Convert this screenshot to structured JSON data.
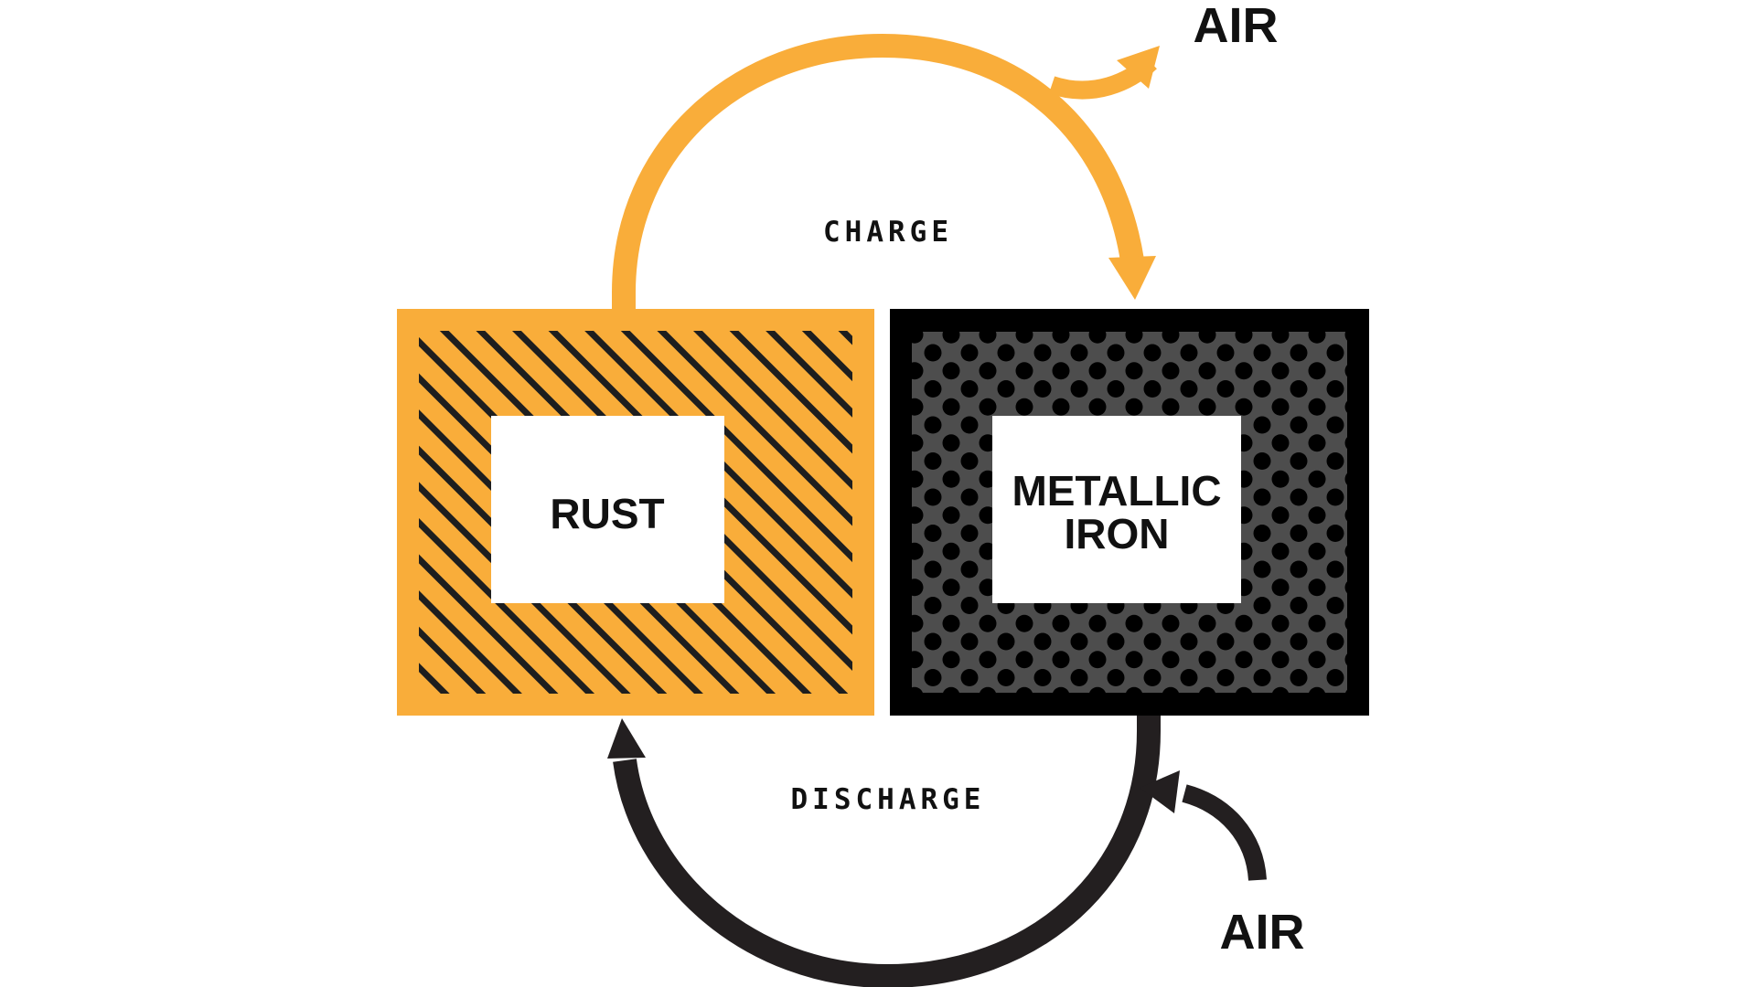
{
  "colors": {
    "rust": "#F9AD3A",
    "iron_border": "#000000",
    "iron_fill": "#4D4D4D",
    "dot": "#000000",
    "hatch": "#1E1E1E",
    "text": "#111111",
    "discharge_arrow": "#231F20",
    "background": "#FFFFFF"
  },
  "boxes": {
    "rust": {
      "label": "RUST",
      "pattern": "diagonal-hatch"
    },
    "iron": {
      "label_line1": "METALLIC",
      "label_line2": "IRON",
      "pattern": "dots"
    }
  },
  "cycle": {
    "charge_label": "CHARGE",
    "discharge_label": "DISCHARGE"
  },
  "air": {
    "output_label": "AIR",
    "input_label": "AIR"
  }
}
